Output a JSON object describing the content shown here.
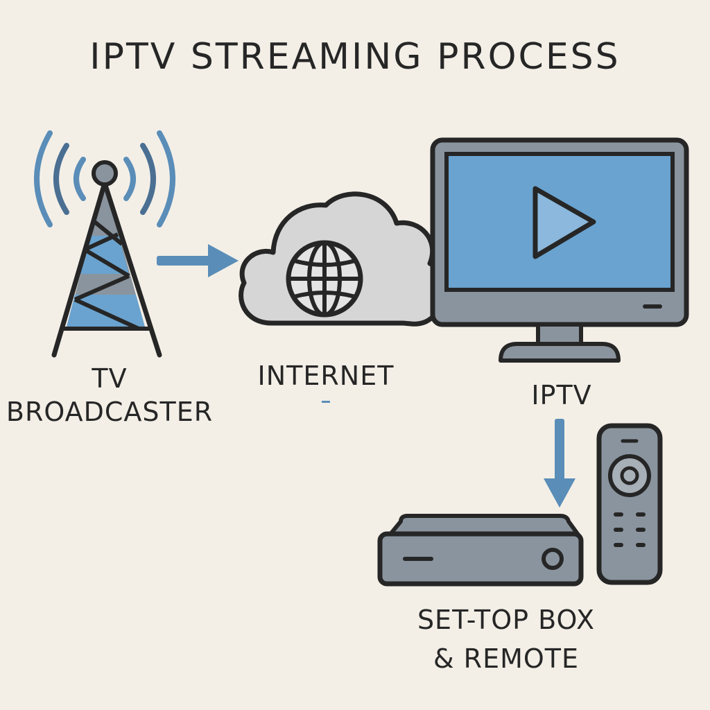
{
  "title": "IPTV STREAMING PROCESS",
  "nodes": {
    "broadcaster": {
      "label_line1": "TV",
      "label_line2": "BROADCASTER",
      "icon": "broadcast-tower-icon"
    },
    "internet": {
      "label": "INTERNET",
      "icon": "cloud-globe-icon"
    },
    "iptv": {
      "label": "IPTV",
      "icon": "monitor-play-icon"
    },
    "settop": {
      "label_line1": "SET-TOP BOX",
      "label_line2": "& REMOTE",
      "icons": [
        "set-top-box-icon",
        "remote-control-icon"
      ]
    }
  },
  "flow": [
    "broadcaster",
    "internet",
    "iptv",
    "settop"
  ],
  "colors": {
    "background": "#f3efe7",
    "outline": "#262626",
    "accent_blue": "#5a8db8",
    "screen_blue": "#6aa3cf",
    "device_gray": "#8a949e",
    "cloud_gray": "#d6d6d6"
  }
}
